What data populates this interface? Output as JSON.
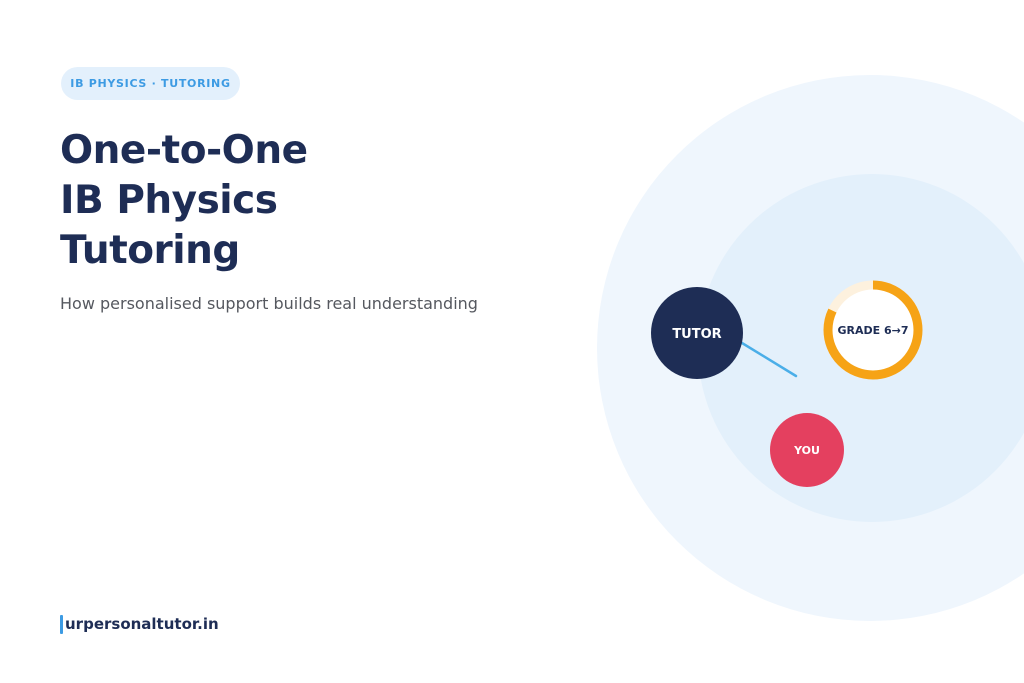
{
  "tag": {
    "label": "IB PHYSICS · TUTORING"
  },
  "hero": {
    "title_lines": [
      "One-to-One",
      "IB Physics",
      "Tutoring"
    ],
    "subtitle": "How personalised support builds real understanding"
  },
  "diagram": {
    "tutor_label": "TUTOR",
    "you_label": "YOU",
    "grade_label": "GRADE 6→7",
    "grade_progress": 0.82,
    "colors": {
      "outer_halo": "#eff6fd",
      "inner_halo": "#e3f0fb",
      "tutor": "#1e2d55",
      "you": "#e4405f",
      "grade_ring": "#f6a316",
      "grade_track": "#fdf1de",
      "connector": "#4aaee8"
    }
  },
  "footer": {
    "brand": "urpersonaltutor.in",
    "accent_color": "#3d9be3"
  }
}
